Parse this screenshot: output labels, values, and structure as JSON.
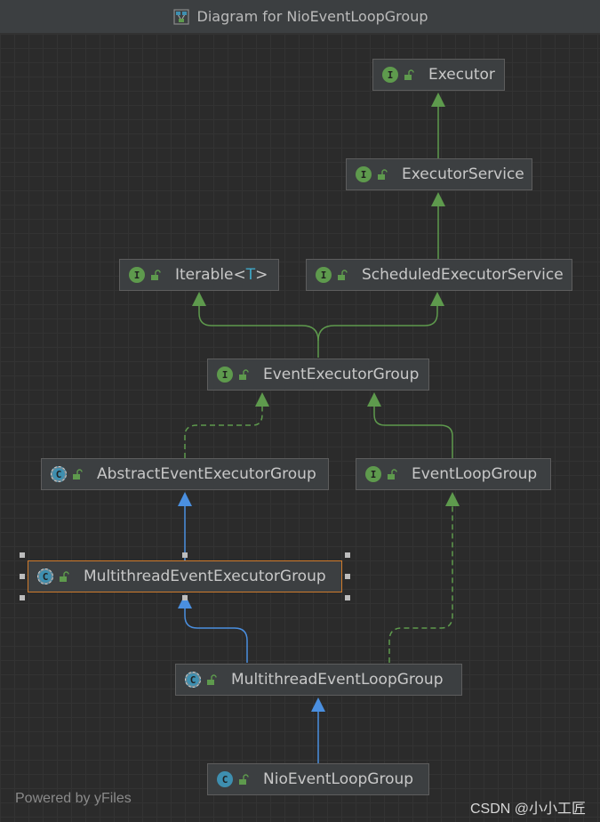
{
  "window": {
    "title": "Diagram for NioEventLoopGroup"
  },
  "nodes": [
    {
      "id": "executor",
      "kind": "interface",
      "badge": "I",
      "label": "Executor"
    },
    {
      "id": "executor_service",
      "kind": "interface",
      "badge": "I",
      "label": "ExecutorService"
    },
    {
      "id": "iterable",
      "kind": "interface",
      "badge": "I",
      "label": "Iterable",
      "type_param": "T"
    },
    {
      "id": "scheduled_executor_service",
      "kind": "interface",
      "badge": "I",
      "label": "ScheduledExecutorService"
    },
    {
      "id": "event_executor_group",
      "kind": "interface",
      "badge": "I",
      "label": "EventExecutorGroup"
    },
    {
      "id": "abstract_event_executor_group",
      "kind": "abstract-class",
      "badge": "C",
      "label": "AbstractEventExecutorGroup"
    },
    {
      "id": "event_loop_group",
      "kind": "interface",
      "badge": "I",
      "label": "EventLoopGroup"
    },
    {
      "id": "multithread_event_executor_group",
      "kind": "abstract-class",
      "badge": "C",
      "label": "MultithreadEventExecutorGroup",
      "selected": true
    },
    {
      "id": "multithread_event_loop_group",
      "kind": "abstract-class",
      "badge": "C",
      "label": "MultithreadEventLoopGroup"
    },
    {
      "id": "nio_event_loop_group",
      "kind": "class",
      "badge": "C",
      "label": "NioEventLoopGroup"
    }
  ],
  "edges": [
    {
      "from": "executor_service",
      "to": "executor",
      "type": "extends-interface"
    },
    {
      "from": "scheduled_executor_service",
      "to": "executor_service",
      "type": "extends-interface"
    },
    {
      "from": "event_executor_group",
      "to": "iterable",
      "type": "extends-interface"
    },
    {
      "from": "event_executor_group",
      "to": "scheduled_executor_service",
      "type": "extends-interface"
    },
    {
      "from": "abstract_event_executor_group",
      "to": "event_executor_group",
      "type": "implements"
    },
    {
      "from": "event_loop_group",
      "to": "event_executor_group",
      "type": "extends-interface"
    },
    {
      "from": "multithread_event_executor_group",
      "to": "abstract_event_executor_group",
      "type": "extends-class"
    },
    {
      "from": "multithread_event_loop_group",
      "to": "multithread_event_executor_group",
      "type": "extends-class"
    },
    {
      "from": "multithread_event_loop_group",
      "to": "event_loop_group",
      "type": "implements"
    },
    {
      "from": "nio_event_loop_group",
      "to": "multithread_event_loop_group",
      "type": "extends-class"
    }
  ],
  "colors": {
    "interface_edge": "#5e9a4d",
    "class_edge": "#4a8fe0",
    "selection": "#d07b2c"
  },
  "footer": {
    "powered_by": "Powered by yFiles",
    "watermark": "CSDN @小小工匠"
  }
}
